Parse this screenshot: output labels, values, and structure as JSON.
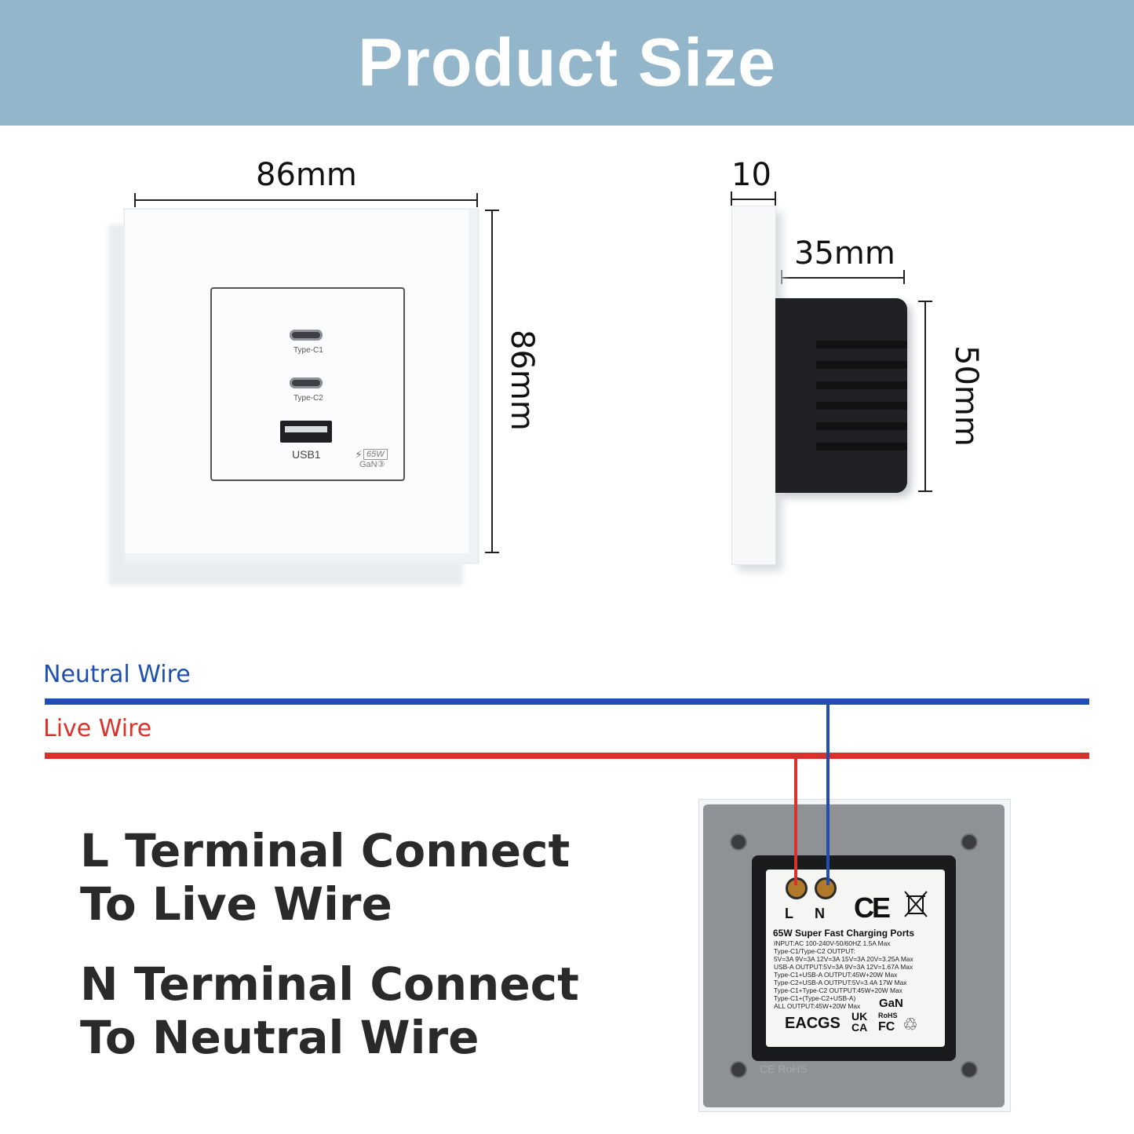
{
  "header": {
    "title": "Product Size"
  },
  "front_view": {
    "width_label": "86mm",
    "height_label": "86mm",
    "ports": [
      {
        "label": "Type-C1"
      },
      {
        "label": "Type-C2"
      },
      {
        "label": "USB1"
      }
    ],
    "power_badge": "65W",
    "gan_badge": "GaN③"
  },
  "side_view": {
    "plate_depth_label": "10",
    "body_depth_label": "35mm",
    "body_height_label": "50mm"
  },
  "wiring": {
    "neutral_label": "Neutral Wire",
    "live_label": "Live Wire",
    "colors": {
      "neutral": "#1f4fb0",
      "live": "#d9322c",
      "header": "#93b6cb"
    }
  },
  "instructions": {
    "l_line1": "L Terminal Connect",
    "l_line2": "To Live Wire",
    "n_line1": "N Terminal Connect",
    "n_line2": "To Neutral Wire"
  },
  "back_label": {
    "terminal_l": "L",
    "terminal_n": "N",
    "ce_mark": "CE",
    "title": "65W Super Fast Charging Ports",
    "specs": [
      "INPUT:AC 100-240V-50/60HZ 1.5A Max",
      "Type-C1/Type-C2 OUTPUT:",
      "5V=3A 9V=3A 12V=3A 15V=3A 20V=3.25A Max",
      "USB-A OUTPUT:5V=3A 9V=3A 12V=1.67A Max",
      "Type-C1+USB-A OUTPUT:45W+20W Max",
      "Type-C2+USB-A OUTPUT:5V=3.4A 17W Max",
      "Type-C1+Type-C2 OUTPUT:45W+20W Max",
      "Type-C1+(Type-C2+USB-A)",
      "ALL OUTPUT:45W+20W Max"
    ],
    "gan": "GaN",
    "certs": [
      "EAC",
      "GS",
      "UK CA",
      "RoHS",
      "FC"
    ],
    "emboss": "CE RoHS"
  }
}
